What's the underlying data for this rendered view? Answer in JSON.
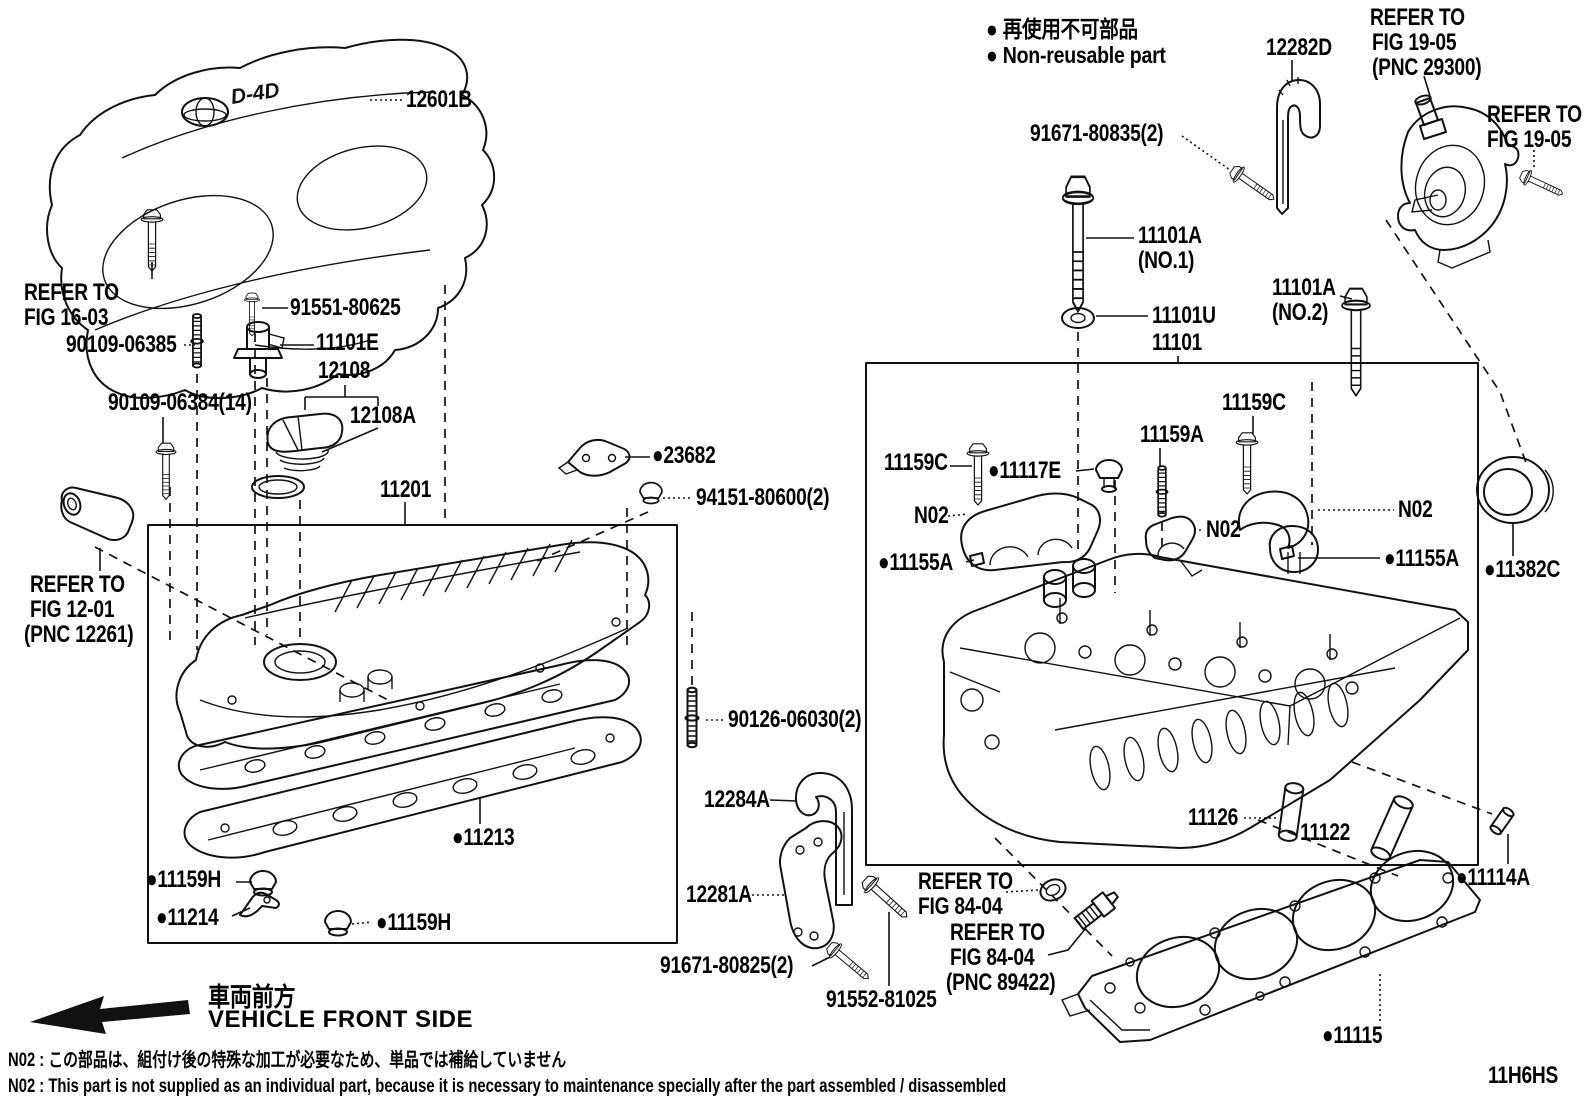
{
  "sheet": {
    "code": "11H6HS"
  },
  "legend": {
    "jp": "● 再使用不可部品",
    "en": "● Non-reusable part"
  },
  "front_side": {
    "jp": "車両前方",
    "en": "VEHICLE FRONT SIDE"
  },
  "notes": {
    "jp": "N02 : この部品は、組付け後の特殊な加工が必要なため、単品では補給していません",
    "en": "N02 : This part is not supplied as an individual part, because it is necessary to maintenance specially after the part assembled / disassembled"
  },
  "engine_cover_logo": "D-4D",
  "colors": {
    "ink": "#111111",
    "paper": "#ffffff"
  },
  "labels": {
    "cover": "12601B",
    "ref1603a": "REFER TO",
    "ref1603b": "FIG 16-03",
    "p90109_06385": "90109-06385",
    "p91551_80625": "91551-80625",
    "p11101e": "11101E",
    "p12108": "12108",
    "p90109_06384": "90109-06384(14)",
    "p12108a": "12108A",
    "p23682": "●23682",
    "p94151_80600": "94151-80600(2)",
    "p11201": "11201",
    "ref1201a": "REFER TO",
    "ref1201b": "FIG 12-01",
    "ref1201c": "(PNC 12261)",
    "p11213": "●11213",
    "p11159h_1": "●11159H",
    "p11214": "●11214",
    "p11159h_2": "●11159H",
    "p90126_06030": "90126-06030(2)",
    "p12284a": "12284A",
    "p12281a": "12281A",
    "p91671_80825": "91671-80825(2)",
    "p91552_81025": "91552-81025",
    "ref8404a1": "REFER TO",
    "ref8404a2": "FIG 84-04",
    "ref8404b1": "REFER TO",
    "ref8404b2": "FIG 84-04",
    "ref8404b3": "(PNC 89422)",
    "p11115": "●11115",
    "p11114a": "●11114A",
    "p11126": "11126",
    "p11122": "11122",
    "p11382c": "●11382C",
    "p11155a_r": "●11155A",
    "n02_r": "N02",
    "p11159c_r": "11159C",
    "p11159a": "11159A",
    "n02_m": "N02",
    "p11159c_l": "11159C",
    "p11117e": "●11117E",
    "n02_l": "N02",
    "p11155a_l": "●11155A",
    "p12282d": "12282D",
    "ref1905a1": "REFER TO",
    "ref1905a2": "FIG 19-05",
    "ref1905a3": "(PNC 29300)",
    "ref1905b1": "REFER TO",
    "ref1905b2": "FIG 19-05",
    "p91671_80835": "91671-80835(2)",
    "p11101a_1a": "11101A",
    "p11101a_1b": "(NO.1)",
    "p11101u": "11101U",
    "p11101": "11101",
    "p11101a_2a": "11101A",
    "p11101a_2b": "(NO.2)"
  }
}
